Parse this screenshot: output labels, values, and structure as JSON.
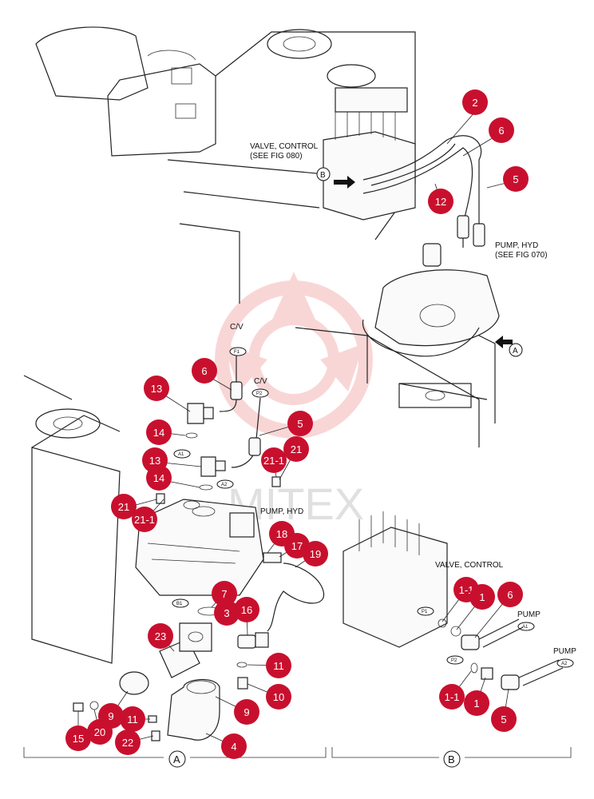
{
  "colors": {
    "callout": "#c8102e",
    "callout_text": "#ffffff",
    "line": "#222222",
    "watermark": "#e8484a"
  },
  "labels": {
    "valve_control_ref_1": "VALVE, CONTROL",
    "valve_control_ref_2": "(SEE FIG 080)",
    "pump_hyd_ref_1": "PUMP, HYD",
    "pump_hyd_ref_2": "(SEE FIG 070)",
    "pump_hyd_detail": "PUMP, HYD",
    "valve_control_detail": "VALVE, CONTROL",
    "cv1": "C/V",
    "cv2": "C/V",
    "pump1": "PUMP",
    "pump2": "PUMP",
    "watermark": "MITEX"
  },
  "ports": {
    "f1": "F1",
    "p2": "P2",
    "a1": "A1",
    "a2": "A2",
    "b1": "B1",
    "bp1": "P1",
    "ba1": "A1",
    "bp2": "P2",
    "ba2": "A2"
  },
  "view_markers": {
    "a": "A",
    "b": "B",
    "section_a": "A",
    "section_b": "B"
  },
  "callouts": [
    "2",
    "6",
    "5",
    "12",
    "6",
    "13",
    "14",
    "13",
    "5",
    "21-1",
    "21",
    "14",
    "21",
    "21-1",
    "18",
    "17",
    "19",
    "7",
    "3",
    "16",
    "23",
    "11",
    "10",
    "9",
    "9",
    "11",
    "15",
    "20",
    "22",
    "4",
    "1-1",
    "1",
    "6",
    "1-1",
    "1",
    "5"
  ]
}
